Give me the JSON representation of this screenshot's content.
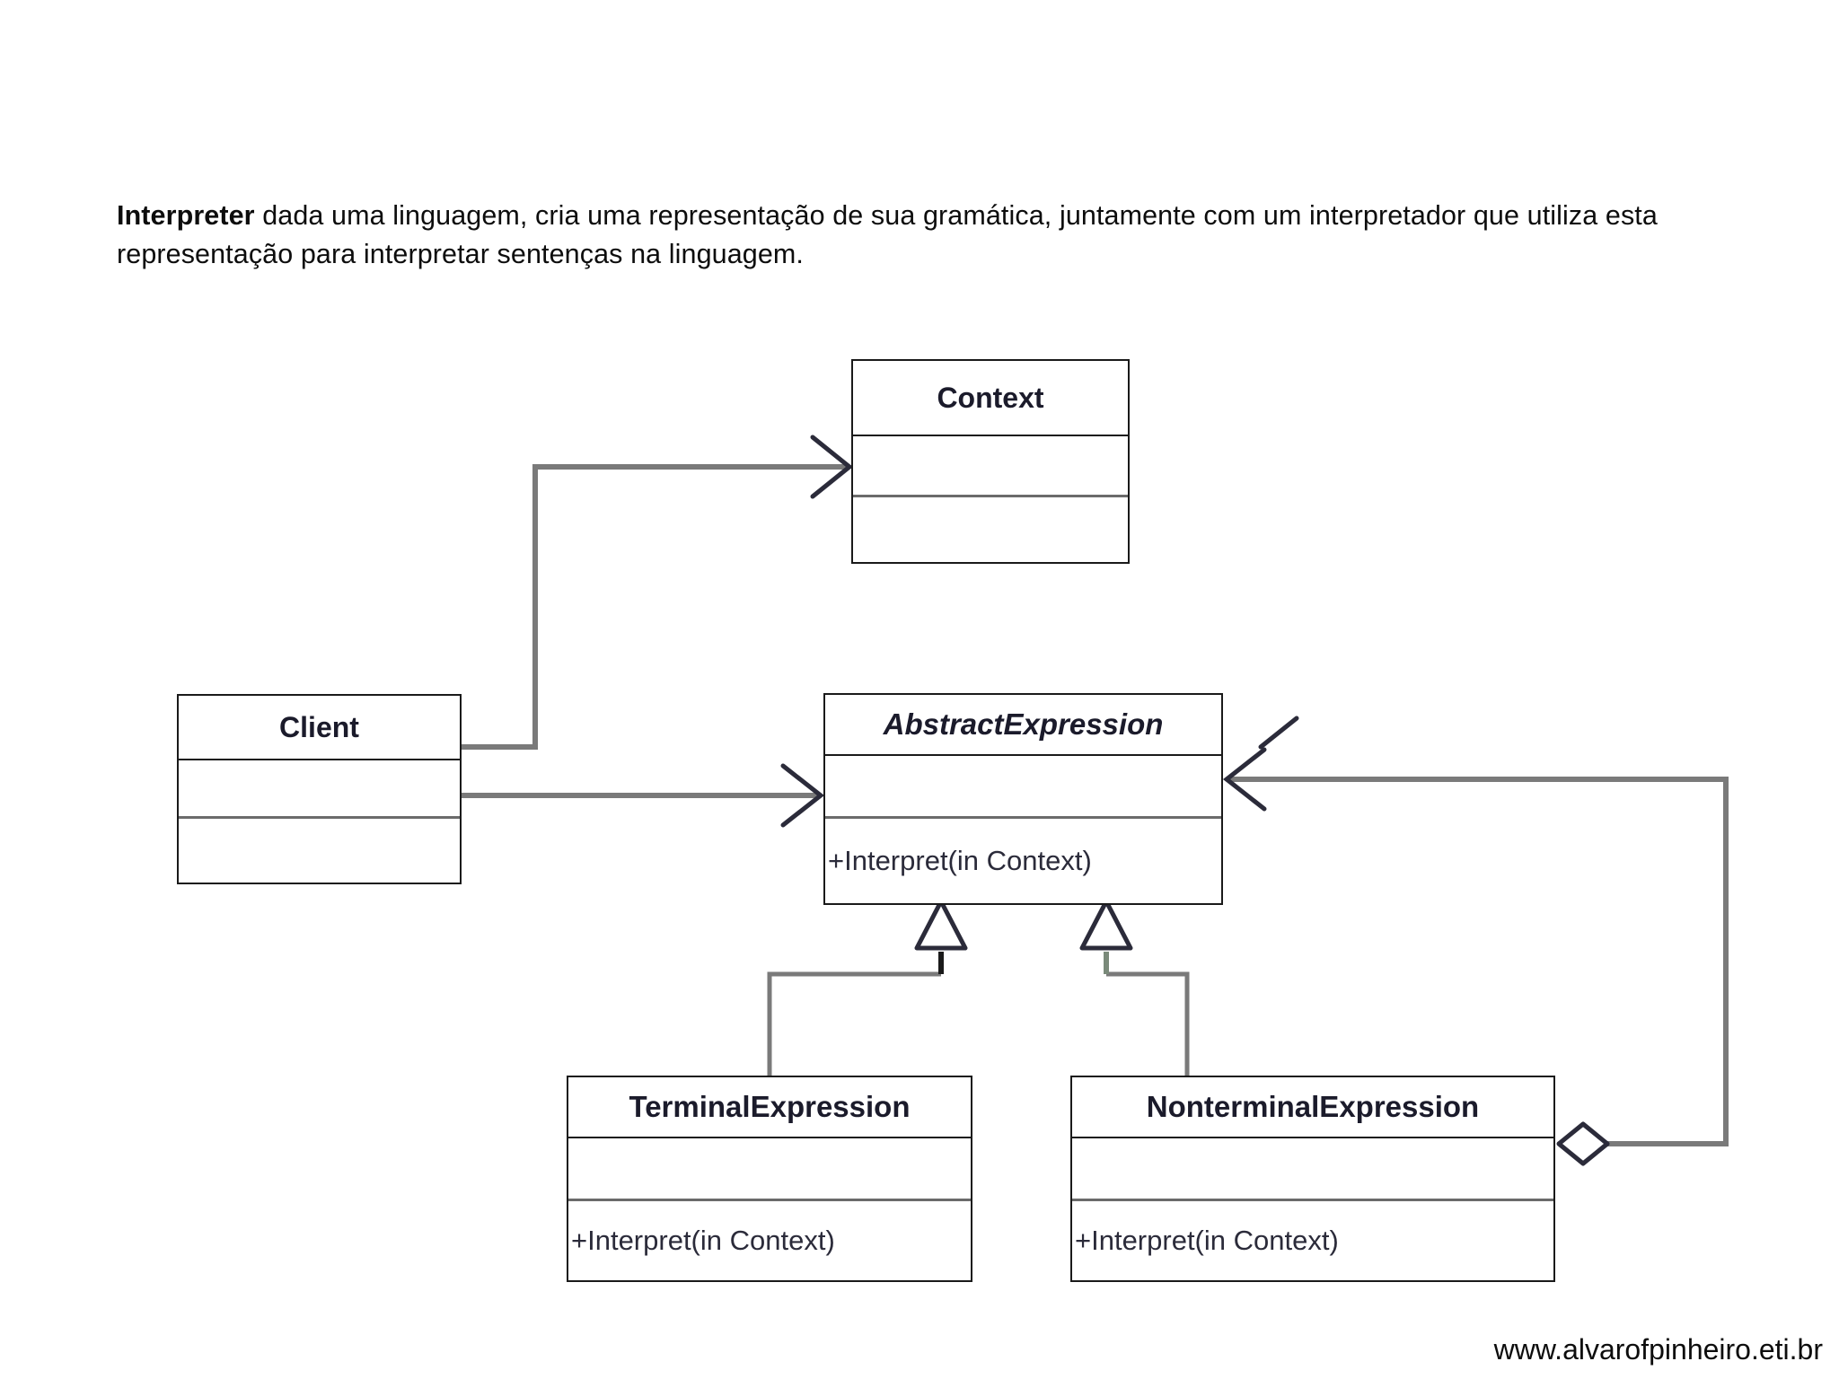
{
  "page": {
    "intro": {
      "lead": "Interpreter",
      "body": " dada uma linguagem, cria uma representação de sua gramática, juntamente com um interpretador que utiliza esta representação para interpretar sentenças na linguagem."
    },
    "footer": "www.alvarofpinheiro.eti.br"
  },
  "diagram": {
    "type": "uml-class-diagram",
    "title": "Interpreter design pattern structure",
    "colors": {
      "stroke": "#1a1a1a",
      "divider": "#6b6b6b",
      "connector": "#7a7a7a",
      "text": "#1b1b2b",
      "background": "#ffffff"
    },
    "classes": [
      {
        "id": "context",
        "name": "Context",
        "stereotype": "",
        "abstract": false,
        "attributes": [],
        "operations": []
      },
      {
        "id": "client",
        "name": "Client",
        "stereotype": "",
        "abstract": false,
        "attributes": [],
        "operations": []
      },
      {
        "id": "abstract-expression",
        "name": "AbstractExpression",
        "stereotype": "",
        "abstract": true,
        "attributes": [],
        "operations": [
          "+Interpret(in Context)"
        ]
      },
      {
        "id": "terminal-expression",
        "name": "TerminalExpression",
        "stereotype": "",
        "abstract": false,
        "attributes": [],
        "operations": [
          "+Interpret(in Context)"
        ]
      },
      {
        "id": "nonterminal-expression",
        "name": "NonterminalExpression",
        "stereotype": "",
        "abstract": false,
        "attributes": [],
        "operations": [
          "+Interpret(in Context)"
        ]
      }
    ],
    "relationships": [
      {
        "id": "client-context",
        "from": "client",
        "to": "context",
        "kind": "association",
        "arrow": "open-arrow"
      },
      {
        "id": "client-abstract",
        "from": "client",
        "to": "abstract-expression",
        "kind": "association",
        "arrow": "open-arrow"
      },
      {
        "id": "terminal-inherits",
        "from": "terminal-expression",
        "to": "abstract-expression",
        "kind": "generalization",
        "arrow": "hollow-triangle"
      },
      {
        "id": "nonterminal-inherits",
        "from": "nonterminal-expression",
        "to": "abstract-expression",
        "kind": "generalization",
        "arrow": "hollow-triangle"
      },
      {
        "id": "nonterminal-aggregates-abstract",
        "from": "nonterminal-expression",
        "to": "abstract-expression",
        "kind": "aggregation",
        "arrow": "hollow-diamond"
      }
    ]
  }
}
